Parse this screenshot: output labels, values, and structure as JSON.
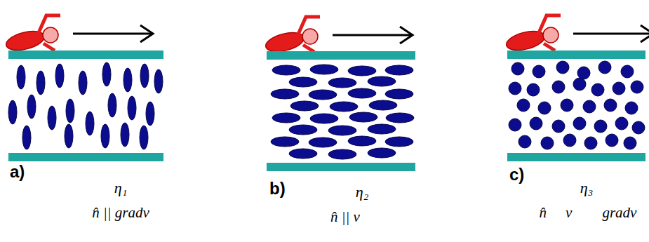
{
  "diagram": {
    "labels": [
      "a)",
      "η₁",
      "n̂ || gradv",
      "b)",
      "η₂",
      "n̂ || v⃗",
      "c)",
      "η₃",
      "n̂ ⊥ v⃗ ⊥ gradv"
    ]
  }
}
